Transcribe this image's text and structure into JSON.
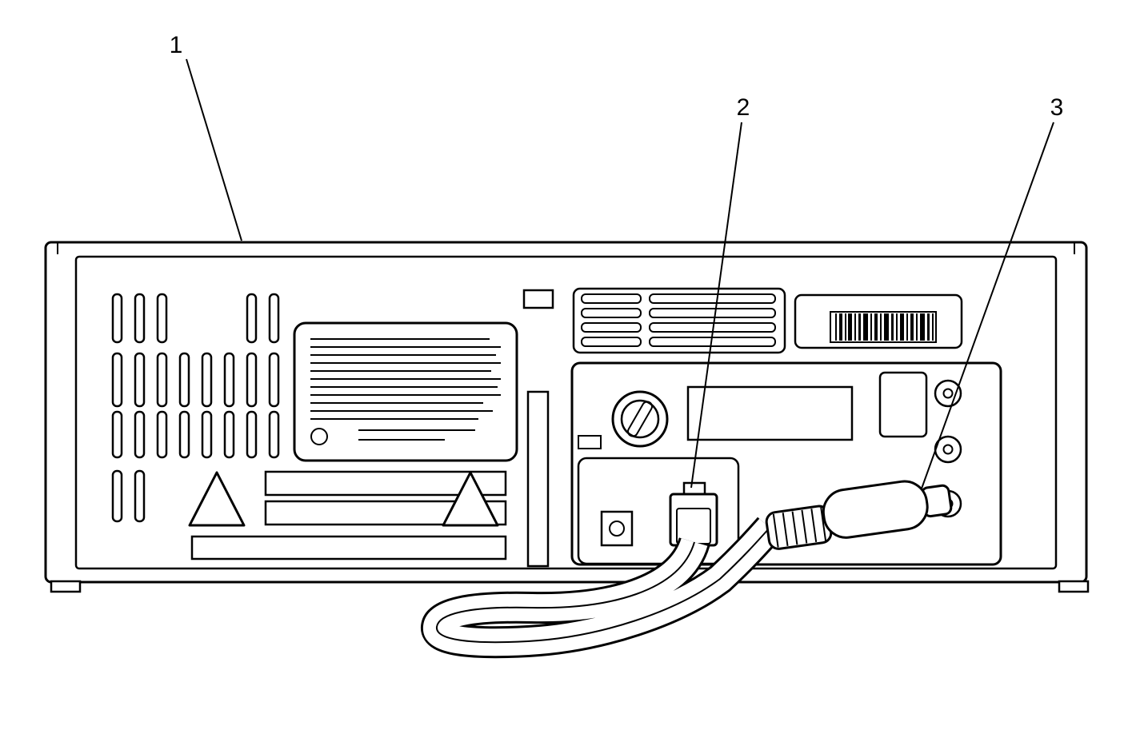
{
  "diagram": {
    "description": "rear-view-line-drawing-of-audio-unit-with-cables",
    "callouts": [
      {
        "label": "1"
      },
      {
        "label": "2"
      },
      {
        "label": "3"
      }
    ]
  },
  "colors": {
    "line": "#000000",
    "background": "#ffffff"
  }
}
